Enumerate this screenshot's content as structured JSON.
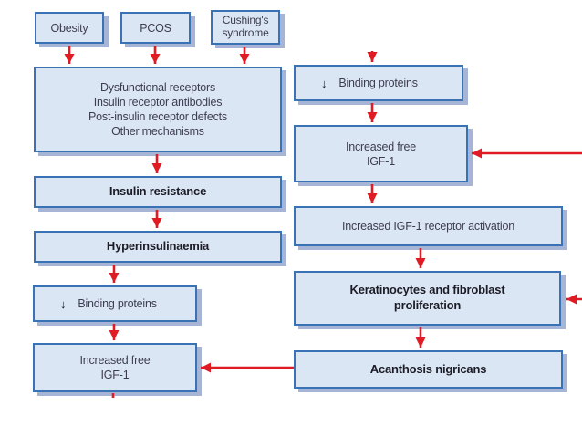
{
  "diagram": {
    "nodes": {
      "obesity": {
        "label": "Obesity"
      },
      "pcos": {
        "label": "PCOS"
      },
      "cushings": {
        "label": "Cushing's\nsyndrome"
      },
      "mechanisms": {
        "label": "Dysfunctional receptors\nInsulin receptor antibodies\nPost-insulin receptor defects\nOther mechanisms"
      },
      "insulin_resistance": {
        "label": "Insulin resistance"
      },
      "hyperinsulinaemia": {
        "label": "Hyperinsulinaemia"
      },
      "binding_left": {
        "symbol": "↓",
        "label": "Binding proteins"
      },
      "igf_left": {
        "label": "Increased free\nIGF-1"
      },
      "binding_right": {
        "symbol": "↓",
        "label": "Binding proteins"
      },
      "igf_right": {
        "label": "Increased free\nIGF-1"
      },
      "receptor_activation": {
        "label": "Increased IGF-1 receptor activation"
      },
      "keratinocytes": {
        "label": "Keratinocytes and fibroblast\nproliferation"
      },
      "acanthosis": {
        "label": "Acanthosis nigricans"
      }
    },
    "colors": {
      "box_fill": "#dbe6f4",
      "box_border": "#3a73b5",
      "box_shadow": "#a6b5d5",
      "arrow": "#e01b24",
      "text_bold": "#1c1c26",
      "text_regular": "#3d3d52"
    }
  }
}
